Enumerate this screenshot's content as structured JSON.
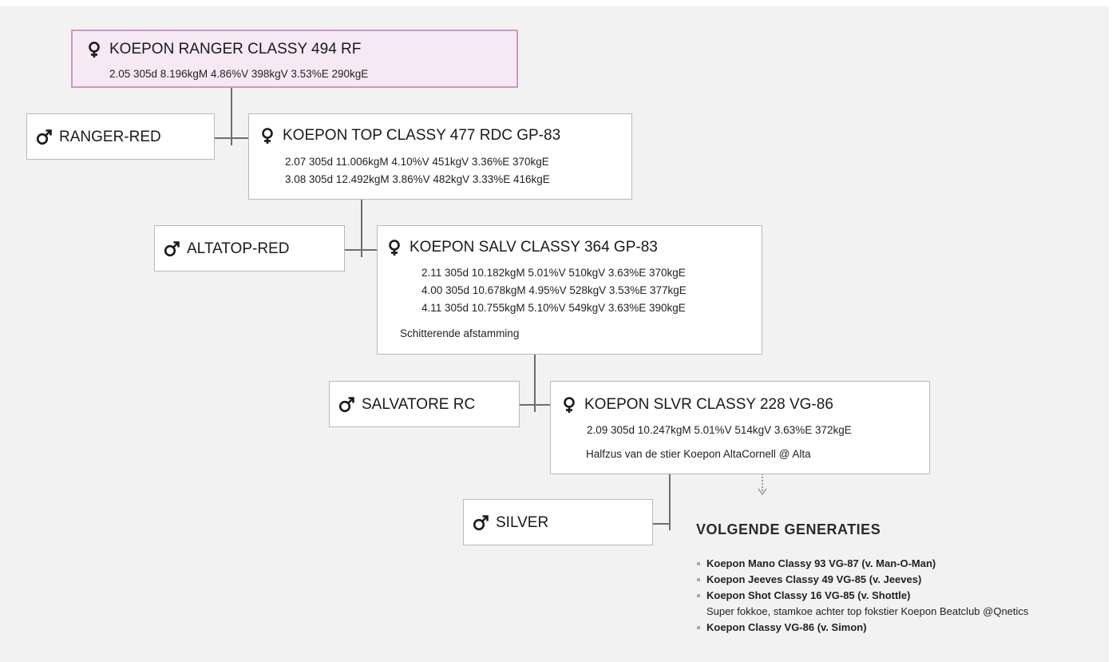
{
  "colors": {
    "root_background": "#f6e9f3",
    "root_border": "#c99ac0",
    "connector": "#6e6e6e"
  },
  "icons": {
    "female": "female-symbol-icon",
    "male": "male-symbol-icon",
    "arrow": "dotted-arrow-down-icon"
  },
  "cows": [
    {
      "name": "KOEPON RANGER CLASSY 494 RF",
      "lines": [
        "2.05 305d 8.196kgM 4.86%V 398kgV 3.53%E 290kgE"
      ],
      "note": ""
    },
    {
      "name": "KOEPON TOP CLASSY 477 RDC GP-83",
      "lines": [
        "2.07 305d 11.006kgM 4.10%V  451kgV 3.36%E 370kgE",
        "3.08 305d 12.492kgM 3.86%V 482kgV 3.33%E 416kgE"
      ],
      "note": ""
    },
    {
      "name": "KOEPON SALV CLASSY 364 GP-83",
      "lines": [
        "2.11 305d 10.182kgM 5.01%V  510kgV 3.63%E 370kgE",
        "4.00 305d 10.678kgM 4.95%V 528kgV 3.53%E  377kgE",
        "4.11 305d 10.755kgM  5.10%V 549kgV 3.63%E 390kgE"
      ],
      "note": "Schitterende afstamming"
    },
    {
      "name": "KOEPON SLVR CLASSY 228 VG-86",
      "lines": [
        "2.09 305d 10.247kgM 5.01%V 514kgV 3.63%E 372kgE"
      ],
      "note": "Halfzus van de stier Koepon AltaCornell @ Alta"
    }
  ],
  "bulls": [
    "RANGER-RED",
    "ALTATOP-RED",
    "SALVATORE RC",
    "SILVER"
  ],
  "next_generations": {
    "title": "VOLGENDE GENERATIES",
    "items": [
      {
        "label": "Koepon Mano Classy 93 VG-87 (v. Man-O-Man)",
        "note": ""
      },
      {
        "label": "Koepon Jeeves Classy 49 VG-85 (v. Jeeves)",
        "note": ""
      },
      {
        "label": "Koepon Shot Classy 16 VG-85 (v. Shottle)",
        "note": "Super fokkoe, stamkoe achter top fokstier Koepon Beatclub @Qnetics"
      },
      {
        "label": "Koepon Classy VG-86 (v. Simon)",
        "note": ""
      }
    ]
  }
}
